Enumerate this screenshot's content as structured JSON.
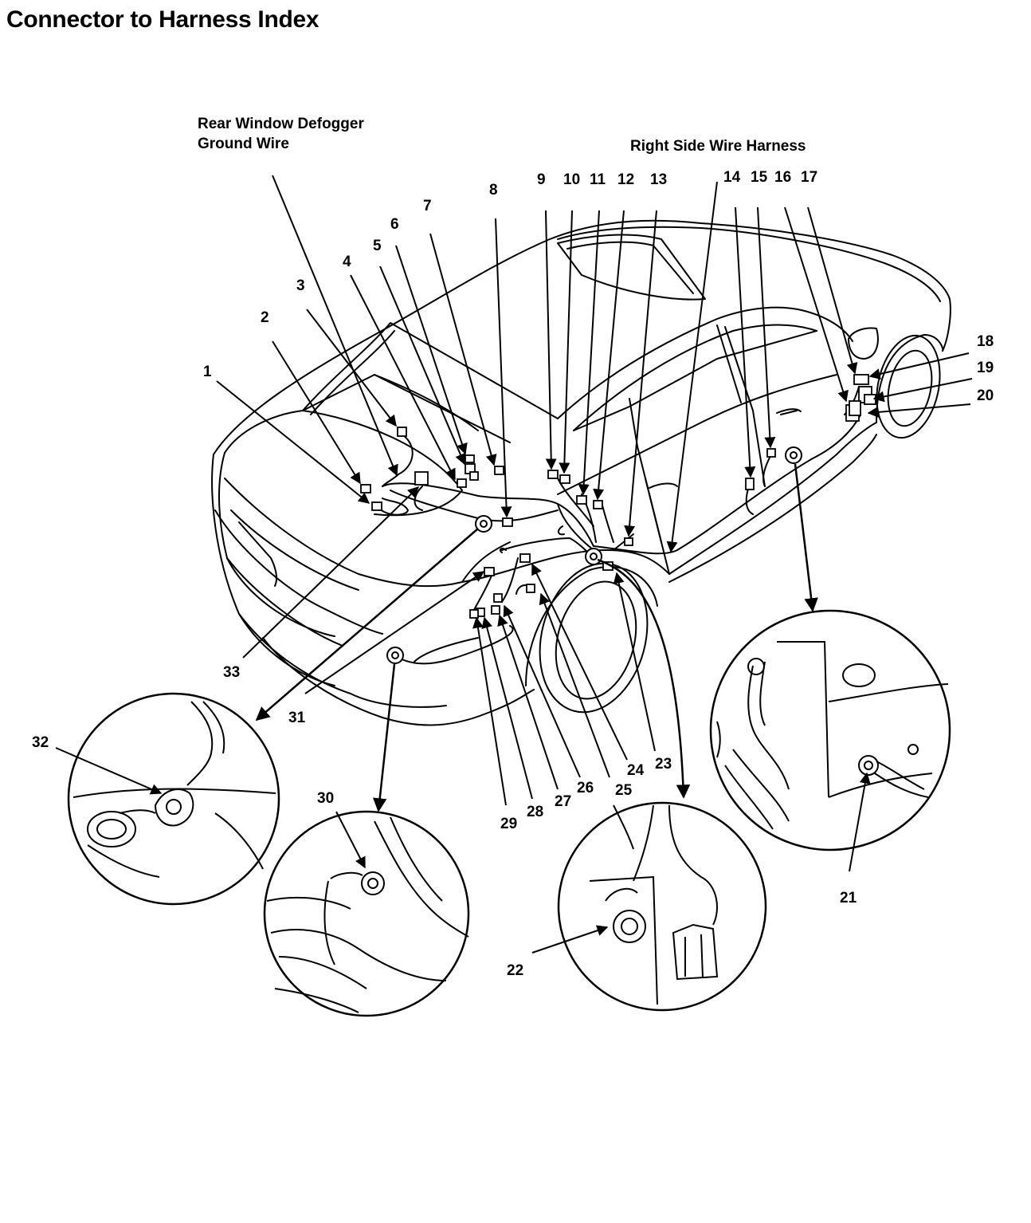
{
  "title": "Connector to Harness Index",
  "labels": {
    "rear_defogger_line1": "Rear Window Defogger",
    "rear_defogger_line2": "Ground Wire",
    "right_side_harness": "Right Side Wire Harness"
  },
  "callouts": [
    "1",
    "2",
    "3",
    "4",
    "5",
    "6",
    "7",
    "8",
    "9",
    "10",
    "11",
    "12",
    "13",
    "14",
    "15",
    "16",
    "17",
    "18",
    "19",
    "20",
    "21",
    "22",
    "23",
    "24",
    "25",
    "26",
    "27",
    "28",
    "29",
    "30",
    "31",
    "32",
    "33"
  ],
  "colors": {
    "line": "#000000",
    "background": "#ffffff"
  }
}
